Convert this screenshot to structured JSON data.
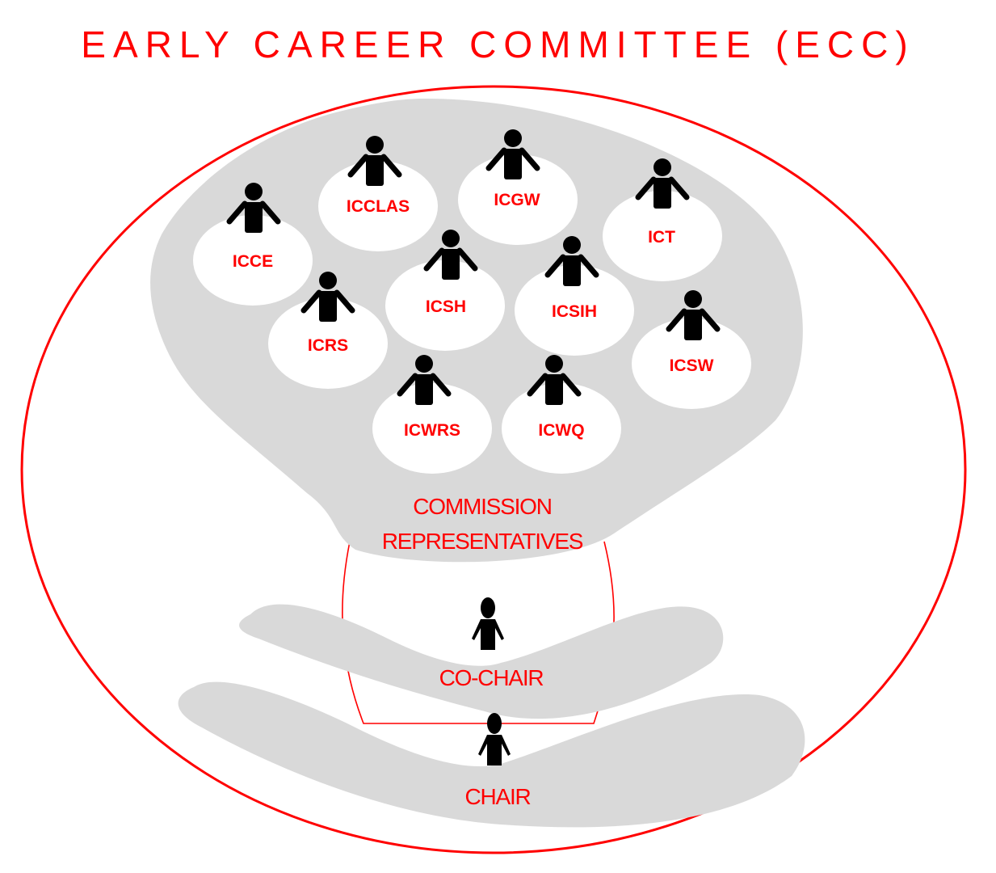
{
  "title": "EARLY CAREER COMMITTEE (ECC)",
  "colors": {
    "accent": "#ff0000",
    "blob": "#d9d9d9",
    "node_fill": "#ffffff",
    "person": "#000000"
  },
  "commission_group": {
    "label_line1": "COMMISSION",
    "label_line2": "REPRESENTATIVES",
    "members": [
      {
        "label": "ICCE",
        "icon": "person-icon"
      },
      {
        "label": "ICCLAS",
        "icon": "person-icon"
      },
      {
        "label": "ICGW",
        "icon": "person-icon"
      },
      {
        "label": "ICT",
        "icon": "person-icon"
      },
      {
        "label": "ICRS",
        "icon": "person-icon"
      },
      {
        "label": "ICSH",
        "icon": "person-icon"
      },
      {
        "label": "ICSIH",
        "icon": "person-icon"
      },
      {
        "label": "ICSW",
        "icon": "person-icon"
      },
      {
        "label": "ICWRS",
        "icon": "person-icon"
      },
      {
        "label": "ICWQ",
        "icon": "person-icon"
      }
    ]
  },
  "co_chair": {
    "label": "CO-CHAIR",
    "icon": "person-icon"
  },
  "chair": {
    "label": "CHAIR",
    "icon": "person-icon"
  }
}
